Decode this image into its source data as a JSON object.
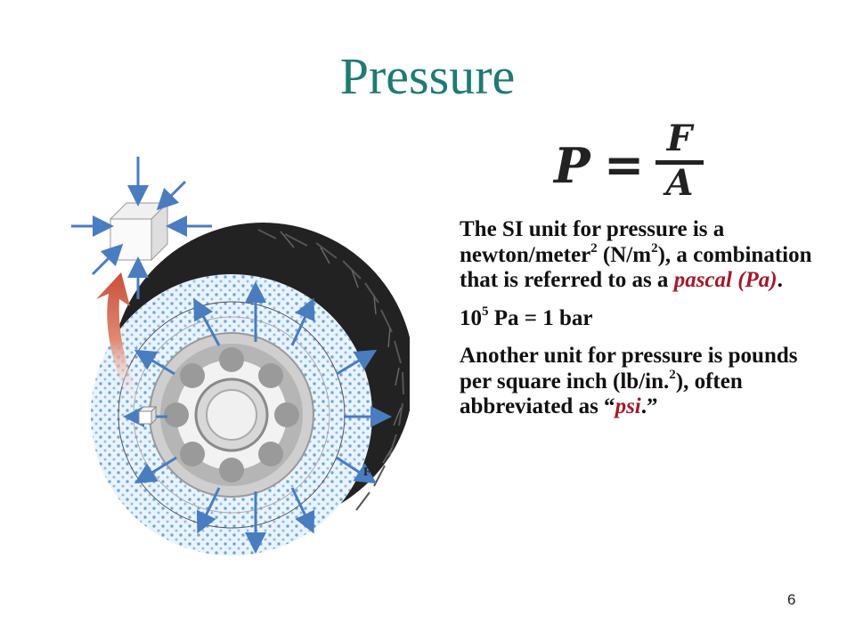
{
  "slide": {
    "title": "Pressure",
    "number": "6"
  },
  "formula": {
    "lhs": "P",
    "equals": "=",
    "numerator": "F",
    "denominator": "A"
  },
  "paragraph1": {
    "part1": "The SI unit for pressure is a newton/meter",
    "sup1": "2",
    "part2": " (N/m",
    "sup2": "2",
    "part3": "), a combination that is referred to as a ",
    "emphasis": "pascal (Pa)",
    "part4": "."
  },
  "paragraph2": {
    "base": "10",
    "exponent": "5",
    "rest": " Pa = 1 bar"
  },
  "paragraph3": {
    "part1": "Another unit for pressure is pounds per square inch (lb/in.",
    "sup": "2",
    "part2": "), often abbreviated as “",
    "emphasis": "psi",
    "part3": ".”"
  },
  "figure": {
    "force_label": "F",
    "arrow_color": "#4a7cc0",
    "tire_color": "#222222",
    "curved_arrow_color": "#c8503c"
  }
}
